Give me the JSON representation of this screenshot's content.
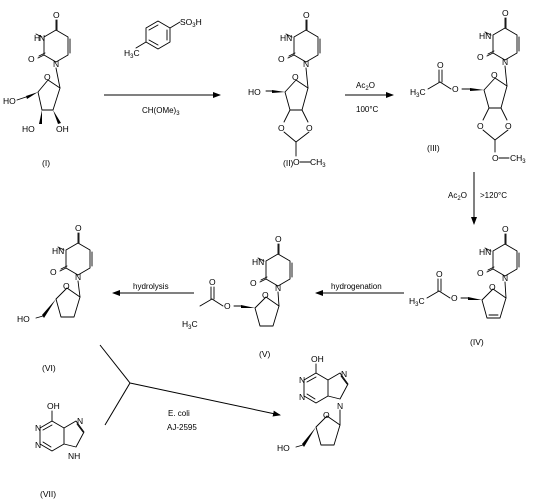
{
  "compounds": [
    {
      "id": "I",
      "label": "(I)"
    },
    {
      "id": "II",
      "label": "(II)"
    },
    {
      "id": "III",
      "label": "(III)"
    },
    {
      "id": "IV",
      "label": "(IV)"
    },
    {
      "id": "V",
      "label": "(V)"
    },
    {
      "id": "VI",
      "label": "(VI)"
    },
    {
      "id": "VII",
      "label": "(VII)"
    }
  ],
  "atoms": {
    "O": "O",
    "N": "N",
    "H": "H",
    "HO": "HO",
    "OH": "OH",
    "NH": "NH",
    "HN": "HN",
    "O_sub_CH": "O",
    "CH3": "CH",
    "three": "3",
    "two": "2",
    "C": "C",
    "S": "S",
    "H_": "H",
    "Ac": "Ac"
  },
  "reagents": {
    "ptsa_formula": "SO3H",
    "orthoformate": "CH(OMe)3",
    "ac2o_1": "Ac2O",
    "temp_1": "100 °C",
    "ac2o_2": "Ac2O",
    "temp_2": ">120 °C",
    "hydrogenation": "hydrogenation",
    "hydrolysis": "hydrolysis",
    "organism": "E. coli",
    "strain": "AJ-2595"
  },
  "notes": {
    "temp_1": "100°C",
    "temp_2": ">120°C"
  }
}
